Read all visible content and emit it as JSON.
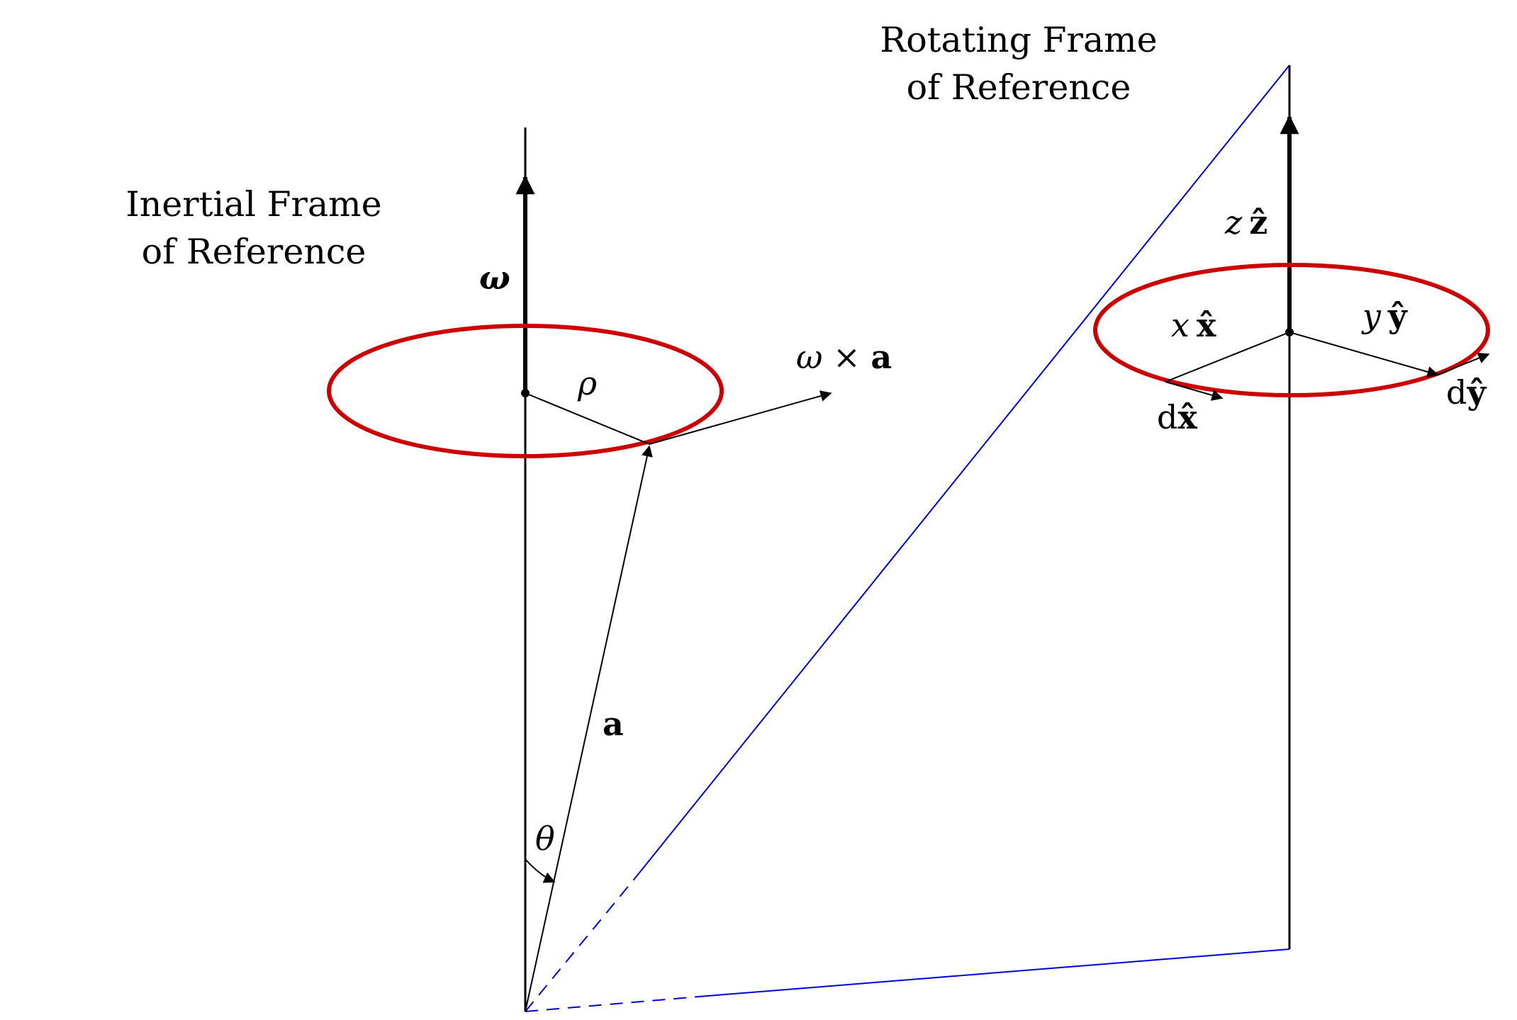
{
  "colors": {
    "axis": "#000000",
    "orbit": "#cc0000",
    "frame_link": "#0000dd"
  },
  "frames": {
    "inertial": {
      "title_line1": "Inertial Frame",
      "title_line2": "of Reference"
    },
    "rotating": {
      "title_line1": "Rotating Frame",
      "title_line2": "of Reference"
    }
  },
  "labels": {
    "omega": "ω",
    "rho": "ρ",
    "omega_cross_a_omega": "ω",
    "omega_cross_a_times": " × ",
    "omega_cross_a_a": "a",
    "a_vector": "a",
    "theta": "θ",
    "z_var": "z",
    "z_hat": "ẑ",
    "x_var": "x",
    "x_hat": "x̂",
    "y_var": "y",
    "y_hat": "ŷ",
    "dx_d": "d",
    "dx_hat": "x̂",
    "dy_d": "d",
    "dy_hat": "ŷ"
  }
}
